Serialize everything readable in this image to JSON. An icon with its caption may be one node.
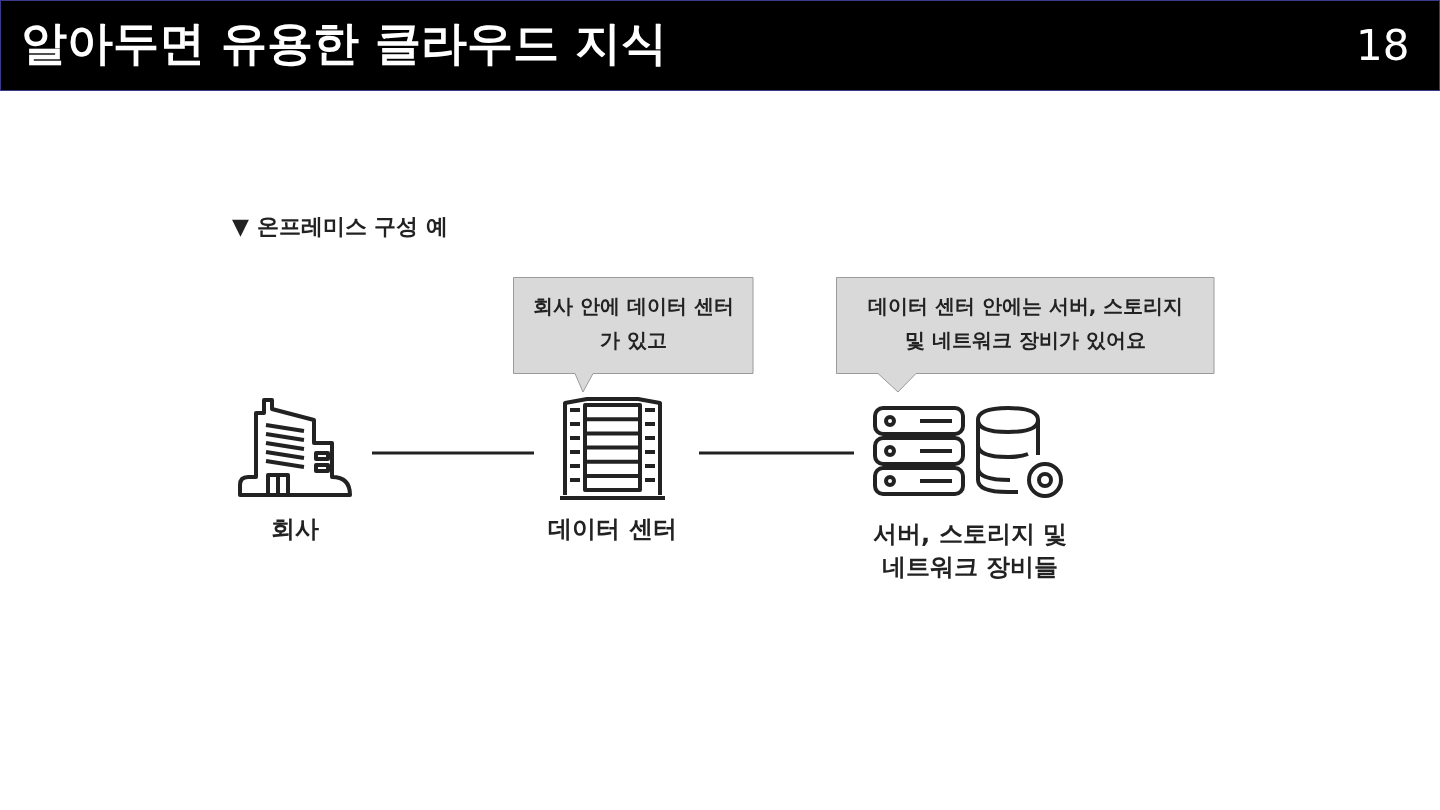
{
  "diagram": {
    "title": "알아두면 유용한 클라우드 지식",
    "nodes": [
      {
        "text": [
          "회사"
        ]
      },
      {
        "text": [
          "데이터 센터"
        ]
      },
      {
        "text": [
          "서버, 스토리지 및 네트워크 장비들"
        ]
      },
      {
        "text": [
          "회사 안에 데이터 센터가 있고"
        ]
      },
      {
        "text": [
          "데이터 센터 안에는 서버, 스토리지 및 네트워크 장비가 있어요"
        ]
      }
    ],
    "edges": [
      {
        "from": 0,
        "to": 1,
        "arrow": "none"
      },
      {
        "from": 1,
        "to": 2,
        "arrow": "none"
      }
    ],
    "labels": [
      "18",
      "▼ 온프레미스 구성 예"
    ]
  }
}
